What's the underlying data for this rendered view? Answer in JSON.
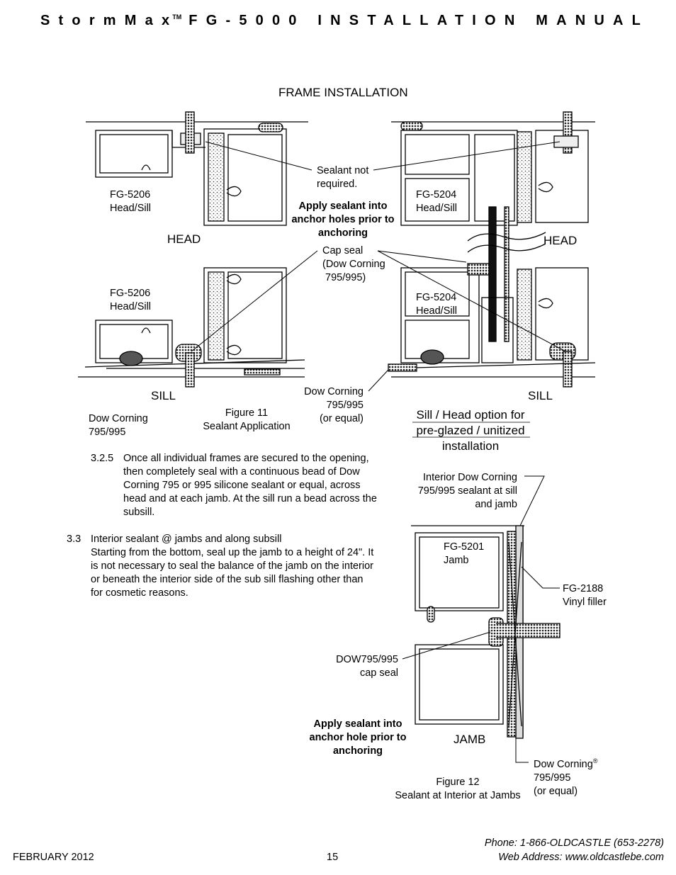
{
  "header": {
    "brand": "StormMax",
    "tm": "TM",
    "title": "FG-5000 INSTALLATION MANUAL"
  },
  "section_title": "FRAME INSTALLATION",
  "figure11": {
    "left_head_part": [
      "FG-5206",
      "Head/Sill"
    ],
    "left_head_label": "HEAD",
    "left_sill_part": [
      "FG-5206",
      "Head/Sill"
    ],
    "left_sill_label": "SILL",
    "sealant_not_required": [
      "Sealant not",
      "required."
    ],
    "apply_sealant": [
      "Apply sealant into",
      "anchor holes prior to",
      "anchoring"
    ],
    "cap_seal": [
      "Cap seal",
      "(Dow Corning",
      "795/995)"
    ],
    "right_head_part": [
      "FG-5204",
      "Head/Sill"
    ],
    "right_head_label": "HEAD",
    "right_sill_part": [
      "FG-5204",
      "Head/Sill"
    ],
    "right_sill_label": "SILL",
    "dow_corning_left": [
      "Dow Corning",
      "795/995"
    ],
    "caption": [
      "Figure 11",
      "Sealant Application"
    ],
    "dow_corning_mid": [
      "Dow Corning",
      "795/995",
      "(or equal)"
    ],
    "option_caption": [
      "Sill / Head option for",
      "pre-glazed / unitized",
      "installation"
    ]
  },
  "body_text": {
    "p325_num": "3.2.5",
    "p325_text": "Once all individual frames are secured to the opening, then completely seal with a continuous bead of Dow Corning 795 or 995 silicone sealant or equal, across head and at each jamb. At the sill run a bead across the subsill.",
    "p33_num": "3.3",
    "p33_head": "Interior sealant @ jambs and along subsill",
    "p33_text": "Starting from the bottom, seal up the jamb to a height of 24\". It is not necessary to seal the balance of the jamb on the interior or beneath the interior side of the sub sill flashing other than for cosmetic reasons."
  },
  "figure12": {
    "interior_dow": [
      "Interior Dow Corning",
      "795/995 sealant at sill",
      "and jamb"
    ],
    "jamb_part": [
      "FG-5201",
      "Jamb"
    ],
    "vinyl_filler": [
      "FG-2188",
      "Vinyl filler"
    ],
    "cap_seal": [
      "DOW795/995",
      "cap seal"
    ],
    "apply_sealant": [
      "Apply sealant into",
      "anchor hole prior to",
      "anchoring"
    ],
    "jamb_label": "JAMB",
    "dow_corning": [
      "Dow Corning",
      "795/995",
      "(or equal)"
    ],
    "registered": "®",
    "caption": [
      "Figure 12",
      "Sealant at Interior at Jambs"
    ]
  },
  "footer": {
    "date": "FEBRUARY 2012",
    "page": "15",
    "phone": "Phone: 1-866-OLDCASTLE (653-2278)",
    "web": "Web Address: www.oldcastlebe.com"
  }
}
